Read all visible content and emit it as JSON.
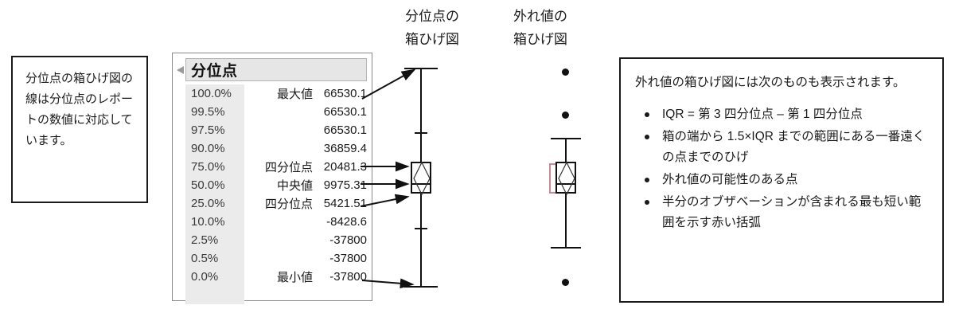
{
  "left_note": {
    "text": "分位点の箱ひげ図の線は分位点のレポートの数値に対応しています。"
  },
  "quantile_panel": {
    "header_title": "分位点",
    "disclosure_icon": "triangle-right-icon",
    "rows": [
      {
        "pct": "100.0%",
        "label": "最大値",
        "value": "66530.1"
      },
      {
        "pct": "99.5%",
        "label": "",
        "value": "66530.1"
      },
      {
        "pct": "97.5%",
        "label": "",
        "value": "66530.1"
      },
      {
        "pct": "90.0%",
        "label": "",
        "value": "36859.4"
      },
      {
        "pct": "75.0%",
        "label": "四分位点",
        "value": "20481.3"
      },
      {
        "pct": "50.0%",
        "label": "中央値",
        "value": "9975.31"
      },
      {
        "pct": "25.0%",
        "label": "四分位点",
        "value": "5421.51"
      },
      {
        "pct": "10.0%",
        "label": "",
        "value": "-8428.6"
      },
      {
        "pct": "2.5%",
        "label": "",
        "value": "-37800"
      },
      {
        "pct": "0.5%",
        "label": "",
        "value": "-37800"
      },
      {
        "pct": "0.0%",
        "label": "最小値",
        "value": "-37800"
      }
    ]
  },
  "plots": {
    "quantile_plot_heading": "分位点の\n箱ひげ図",
    "quantile_plot_heading_line1": "分位点の",
    "quantile_plot_heading_line2": "箱ひげ図",
    "outlier_plot_heading_line1": "外れ値の",
    "outlier_plot_heading_line2": "箱ひげ図",
    "bracket_color": "#c98a96",
    "line_color": "#111111"
  },
  "right_note": {
    "lead": "外れ値の箱ひげ図には次のものも表示されます。",
    "bullets": [
      "IQR = 第 3 四分位点 – 第 1 四分位点",
      "箱の端から 1.5×IQR までの範囲にある一番遠くの点までのひげ",
      "外れ値の可能性のある点",
      "半分のオブザベーションが含まれる最も短い範囲を示す赤い括弧"
    ]
  },
  "chart_data": {
    "type": "box",
    "title": "分位点の箱ひげ図 / 外れ値の箱ひげ図",
    "categories": [
      "分位点の箱ひげ図",
      "外れ値の箱ひげ図"
    ],
    "quantiles": {
      "100.0%": 66530.1,
      "99.5%": 66530.1,
      "97.5%": 66530.1,
      "90.0%": 36859.4,
      "75.0%": 20481.3,
      "50.0%": 9975.31,
      "25.0%": 5421.51,
      "10.0%": -8428.6,
      "2.5%": -37800,
      "0.5%": -37800,
      "0.0%": -37800
    },
    "box_summary": {
      "max": 66530.1,
      "upper_quartile": 20481.3,
      "median": 9975.31,
      "lower_quartile": 5421.51,
      "min": -37800
    },
    "annotations": [
      "最大値 → ひげの上端",
      "75.0% 四分位点 → 箱の上端",
      "50.0% 中央値 → 箱の中央線",
      "25.0% 四分位点 → 箱の下端",
      "最小値 → ひげの下端"
    ]
  }
}
